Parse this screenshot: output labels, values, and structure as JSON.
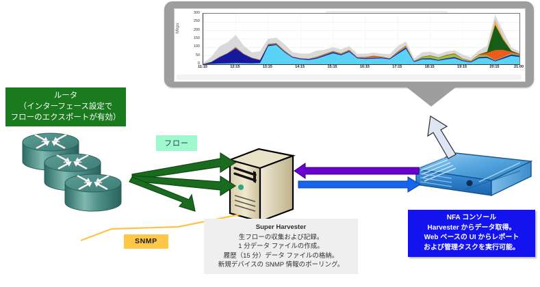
{
  "diagram": {
    "title": "NetFlow Analyzer architecture diagram",
    "router_label": {
      "lines": [
        "ルータ",
        "（インターフェース設定で",
        "フローのエクスポートが有効）"
      ],
      "color": "#1a7a1e"
    },
    "flow_tag": {
      "label": "フロー",
      "color": "#9ff9cf"
    },
    "snmp_tag": {
      "label": "SNMP",
      "color": "#ffc747"
    },
    "harvester_caption": {
      "title": "Super Harvester",
      "lines": [
        "生フローの収集および記録。",
        "1 分データ ファイルの作成。",
        "履歴（15 分）データ ファイルの格納。",
        "新規デバイスの SNMP 情報のポーリング。"
      ]
    },
    "nfa_box": {
      "lines": [
        "NFA コンソール",
        "Harvester からデータ取得。",
        "Web ベースの UI からレポート",
        "および管理タスクを実行可能。"
      ],
      "color": "#1313f0"
    },
    "icons": {
      "router": "router-icon",
      "server": "server-tower-icon",
      "appliance": "network-appliance-icon"
    },
    "arrows": {
      "flow_arrow_color": "#1a6b1f",
      "snmp_arrow_color": "#ffc747",
      "data_request_color": "#6a00cf",
      "data_response_color": "#1565f0",
      "callout_arrow_color": "#dde6f2"
    }
  },
  "chart_data": {
    "type": "area",
    "title": "",
    "xlabel": "",
    "ylabel": "Mbps",
    "ylim": [
      0,
      300
    ],
    "yticks": [
      0,
      50,
      100,
      150,
      200,
      250,
      300
    ],
    "grid": true,
    "legend": "none",
    "x": [
      "11:15",
      "11:30",
      "11:45",
      "12:00",
      "12:15",
      "12:30",
      "12:45",
      "13:00",
      "13:15",
      "13:30",
      "13:45",
      "14:00",
      "14:15",
      "14:30",
      "14:45",
      "15:00",
      "15:15",
      "15:30",
      "15:45",
      "16:00",
      "16:15",
      "16:30",
      "16:45",
      "17:00",
      "17:15",
      "17:30",
      "17:45",
      "18:00",
      "18:15",
      "18:30",
      "18:45",
      "19:00",
      "19:15",
      "19:30",
      "19:45",
      "20:00",
      "20:15",
      "20:30",
      "20:45",
      "21:00"
    ],
    "xticks": [
      "11:15",
      "12:15",
      "13:15",
      "14:15",
      "15:15",
      "16:15",
      "17:15",
      "18:15",
      "19:15",
      "20:15",
      "21:00"
    ],
    "series": [
      {
        "name": "cyan",
        "color": "#5ad3f5",
        "values": [
          2,
          3,
          5,
          6,
          8,
          7,
          6,
          8,
          108,
          115,
          72,
          40,
          30,
          26,
          34,
          50,
          66,
          54,
          74,
          36,
          32,
          34,
          36,
          30,
          62,
          92,
          14,
          30,
          30,
          22,
          30,
          36,
          20,
          12,
          36,
          38,
          18,
          34,
          50,
          44
        ]
      },
      {
        "name": "navy",
        "color": "#17189c",
        "values": [
          1,
          10,
          36,
          58,
          86,
          52,
          30,
          16,
          6,
          4,
          3,
          3,
          3,
          4,
          4,
          5,
          5,
          4,
          4,
          3,
          3,
          3,
          3,
          3,
          5,
          6,
          3,
          4,
          4,
          3,
          4,
          5,
          3,
          3,
          5,
          5,
          3,
          5,
          6,
          5
        ]
      },
      {
        "name": "purple",
        "color": "#7d2fb0",
        "values": [
          0,
          1,
          2,
          2,
          3,
          2,
          2,
          2,
          2,
          2,
          2,
          2,
          2,
          2,
          2,
          2,
          3,
          2,
          3,
          2,
          2,
          3,
          2,
          2,
          3,
          4,
          2,
          2,
          3,
          2,
          3,
          3,
          2,
          2,
          3,
          3,
          2,
          3,
          4,
          3
        ]
      },
      {
        "name": "green",
        "color": "#84cf3a",
        "values": [
          0,
          1,
          1,
          1,
          2,
          1,
          1,
          1,
          2,
          2,
          2,
          1,
          1,
          1,
          2,
          2,
          2,
          2,
          2,
          1,
          1,
          2,
          1,
          1,
          3,
          5,
          1,
          6,
          12,
          10,
          14,
          16,
          6,
          4,
          10,
          8,
          2,
          4,
          6,
          5
        ]
      },
      {
        "name": "orange",
        "color": "#ec5b1c",
        "values": [
          0,
          1,
          1,
          1,
          2,
          1,
          1,
          1,
          2,
          2,
          2,
          1,
          1,
          1,
          2,
          2,
          2,
          2,
          2,
          1,
          4,
          8,
          2,
          1,
          3,
          4,
          1,
          2,
          3,
          2,
          4,
          4,
          2,
          2,
          4,
          14,
          60,
          40,
          8,
          3
        ]
      },
      {
        "name": "darkgreen",
        "color": "#155e18",
        "values": [
          0,
          0,
          0,
          0,
          1,
          0,
          0,
          0,
          1,
          1,
          1,
          0,
          0,
          0,
          1,
          1,
          1,
          1,
          1,
          0,
          1,
          1,
          1,
          0,
          1,
          1,
          0,
          1,
          1,
          1,
          1,
          1,
          1,
          0,
          1,
          6,
          150,
          60,
          6,
          2
        ]
      },
      {
        "name": "lightorange",
        "color": "#f5a95b",
        "values": [
          0,
          0,
          0,
          0,
          1,
          0,
          0,
          0,
          1,
          1,
          1,
          0,
          0,
          0,
          1,
          1,
          1,
          1,
          1,
          0,
          1,
          1,
          1,
          0,
          1,
          1,
          0,
          1,
          1,
          1,
          1,
          1,
          1,
          0,
          1,
          4,
          30,
          14,
          3,
          1
        ]
      },
      {
        "name": "gray",
        "color": "#d9d9d9",
        "values": [
          2,
          28,
          60,
          62,
          70,
          46,
          30,
          48,
          28,
          30,
          36,
          24,
          26,
          28,
          34,
          22,
          20,
          22,
          20,
          18,
          18,
          16,
          16,
          22,
          30,
          22,
          12,
          24,
          20,
          18,
          18,
          16,
          22,
          16,
          22,
          30,
          26,
          34,
          16,
          12
        ]
      }
    ]
  }
}
